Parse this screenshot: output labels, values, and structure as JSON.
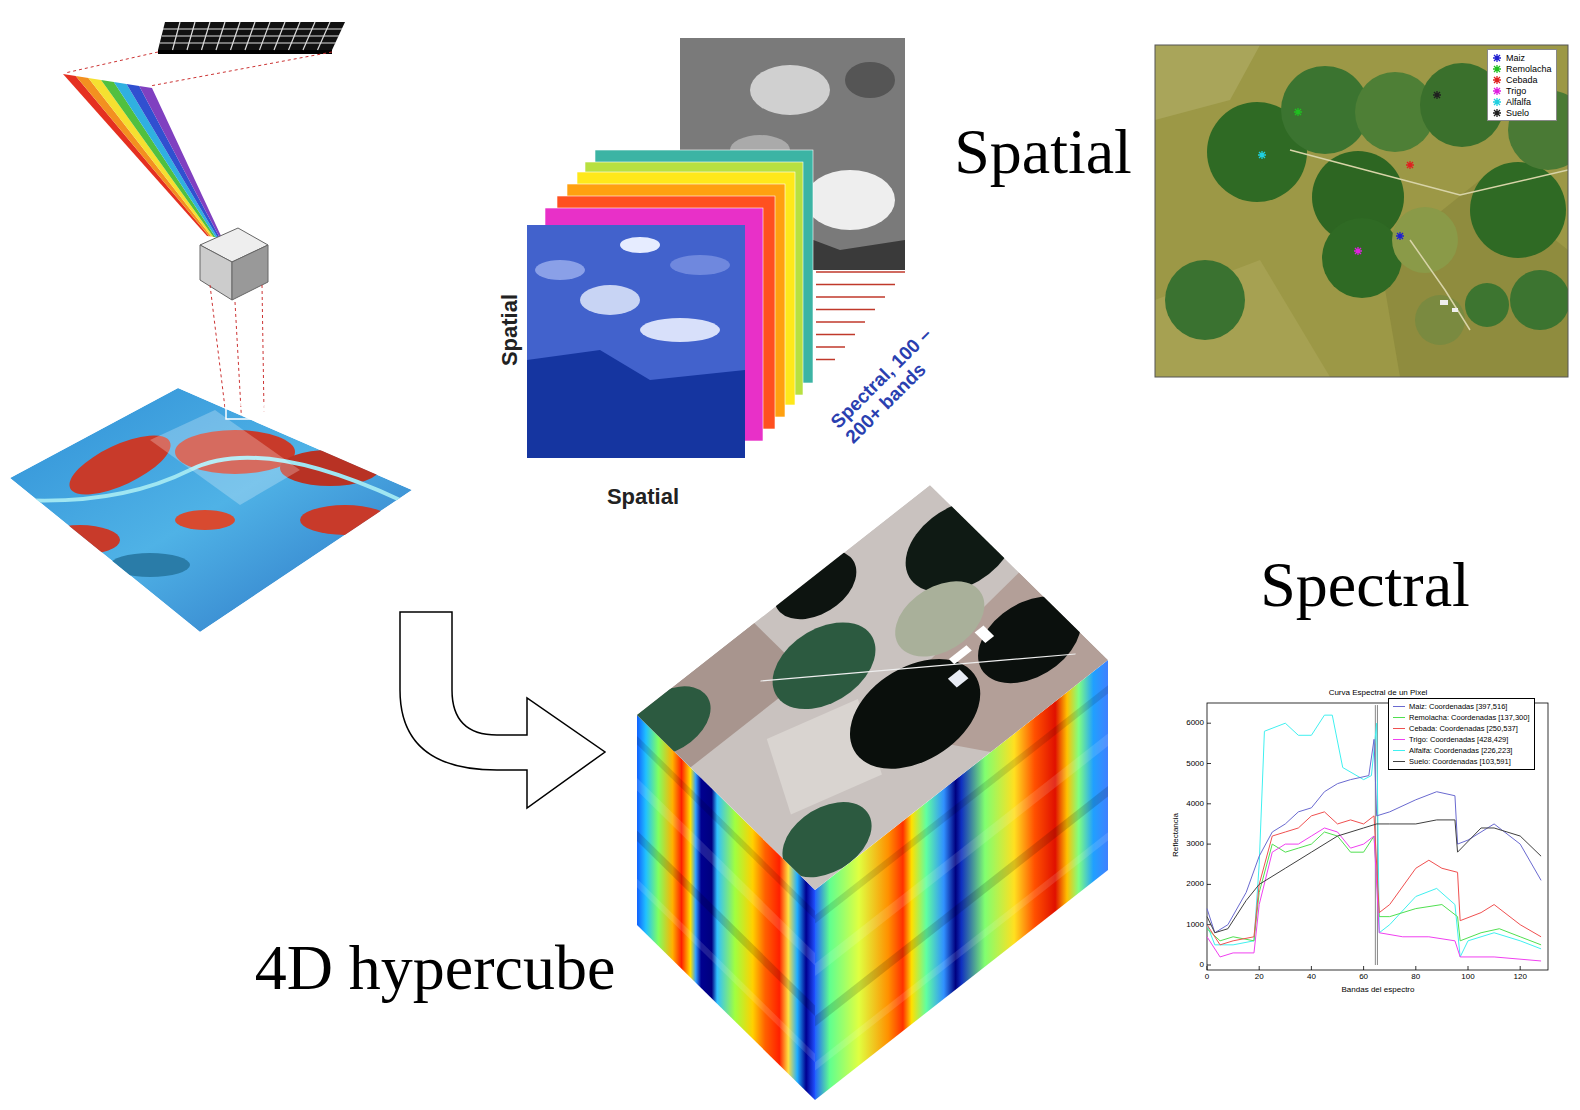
{
  "diagram": {
    "labels": [
      "Spatial",
      "Spatial",
      "Spectral, 100 – 200+ bands",
      "Spatial",
      "Spectral",
      "4D hypercube",
      "Curva Espectral de un Pixel",
      "Reflectancia",
      "Bandas del espectro",
      "0",
      "1000",
      "2000",
      "3000",
      "4000",
      "5000",
      "6000",
      "0",
      "20",
      "40",
      "60",
      "80",
      "100",
      "120"
    ],
    "legend": [
      {
        "text": "Maiz"
      },
      {
        "text": "Remolacha"
      },
      {
        "text": "Cebada"
      },
      {
        "text": "Trigo"
      },
      {
        "text": "Alfalfa"
      },
      {
        "text": "Suelo"
      },
      {
        "text": "Maiz: Coordenadas [397,516]"
      },
      {
        "text": "Remolacha: Coordenadas [137,300]"
      },
      {
        "text": "Cebada: Coordenadas [250,537]"
      },
      {
        "text": "Trigo: Coordenadas [428,429]"
      },
      {
        "text": "Alfalfa: Coordenadas [226,223]"
      },
      {
        "text": "Suelo: Coordenadas [103,591]"
      }
    ]
  }
}
